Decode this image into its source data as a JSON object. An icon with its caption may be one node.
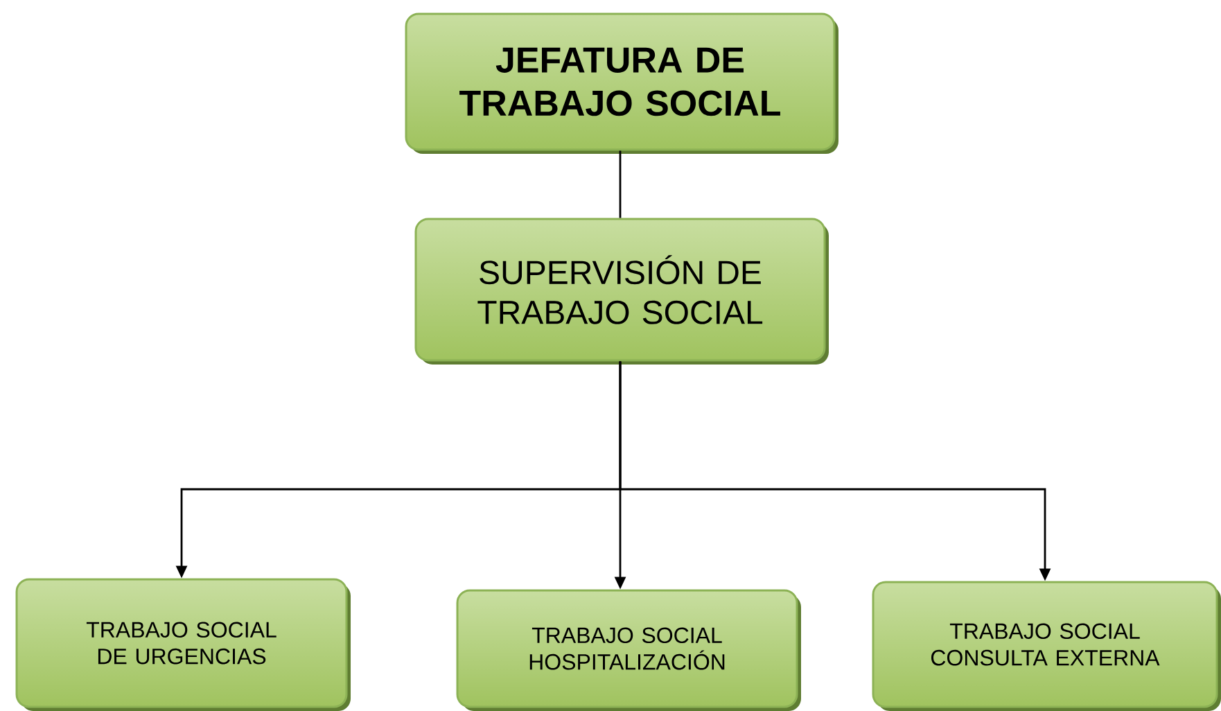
{
  "diagram": {
    "nodes": [
      {
        "text": [
          "JEFATURA DE TRABAJO SOCIAL"
        ]
      },
      {
        "text": [
          "SUPERVISIÓN DE TRABAJO SOCIAL"
        ]
      },
      {
        "text": [
          "TRABAJO SOCIAL DE URGENCIAS"
        ]
      },
      {
        "text": [
          "TRABAJO SOCIAL HOSPITALIZACIÓN"
        ]
      },
      {
        "text": [
          "TRABAJO SOCIAL CONSULTA EXTERNA"
        ]
      }
    ],
    "edges": [
      {
        "from": 0,
        "to": 1,
        "arrow": "none"
      },
      {
        "from": 1,
        "to": 2,
        "arrow": "to"
      },
      {
        "from": 1,
        "to": 3,
        "arrow": "to"
      },
      {
        "from": 1,
        "to": 4,
        "arrow": "to"
      }
    ]
  }
}
